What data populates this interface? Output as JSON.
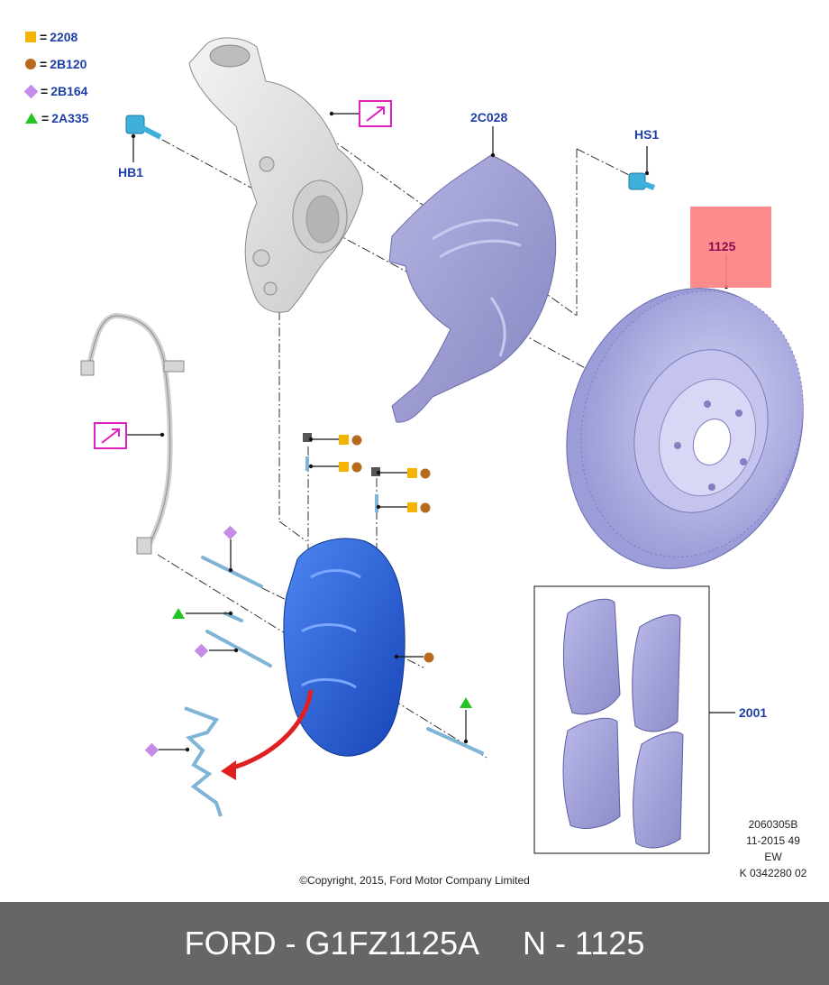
{
  "legend": [
    {
      "shape": "square",
      "color": "#f5b400",
      "eq": "=",
      "code": "2208"
    },
    {
      "shape": "circle",
      "color": "#b86a1c",
      "eq": "=",
      "code": "2B120"
    },
    {
      "shape": "diamond",
      "color": "#c58be8",
      "eq": "=",
      "code": "2B164"
    },
    {
      "shape": "triangle",
      "color": "#22c322",
      "eq": "=",
      "code": "2A335"
    }
  ],
  "labels": {
    "hb1": "HB1",
    "hs1": "HS1",
    "shield": "2C028",
    "rotor": "1125",
    "pads": "2001"
  },
  "reference": {
    "line1": "2060305B",
    "line2": "11-2015 49",
    "line3": "EW",
    "line4": "K 0342280 02"
  },
  "copyright": "©Copyright, 2015, Ford Motor Company Limited",
  "footer": {
    "part": "FORD - G1FZ1125A",
    "number": "N - 1125"
  },
  "colors": {
    "label_blue": "#1f3fa8",
    "highlight": "#ff8080",
    "caliper": "#2f6be0",
    "rotor": "#a9a9e0",
    "shield": "#9c9ccf",
    "knuckle": "#e2e2e2",
    "footer_bg": "#666666"
  },
  "icons": [
    "link-arrow-icon",
    "bolt-icon",
    "bleed-screw-icon",
    "pad-clip-icon",
    "slide-pin-icon"
  ]
}
